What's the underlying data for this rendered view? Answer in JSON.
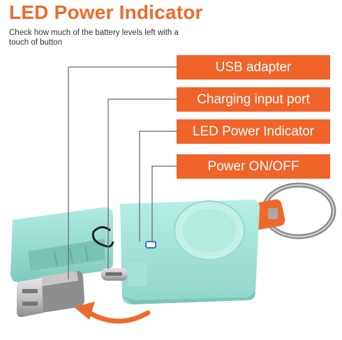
{
  "header": {
    "title": "LED Power Indicator",
    "subtitle": "Check how much of the battery levels left with a touch of button"
  },
  "callouts": [
    {
      "label": "USB adapter"
    },
    {
      "label": "Charging input port"
    },
    {
      "label": "LED Power Indicator"
    },
    {
      "label": "Power ON/OFF"
    }
  ],
  "colors": {
    "accent": "#f0642a",
    "body": "#a9e8dc",
    "body_dark": "#86cfc2",
    "ring": "#9a9a9a",
    "strap": "#ee6a2c",
    "metal": "#b9b9b9",
    "led": "#3a6fd8"
  }
}
